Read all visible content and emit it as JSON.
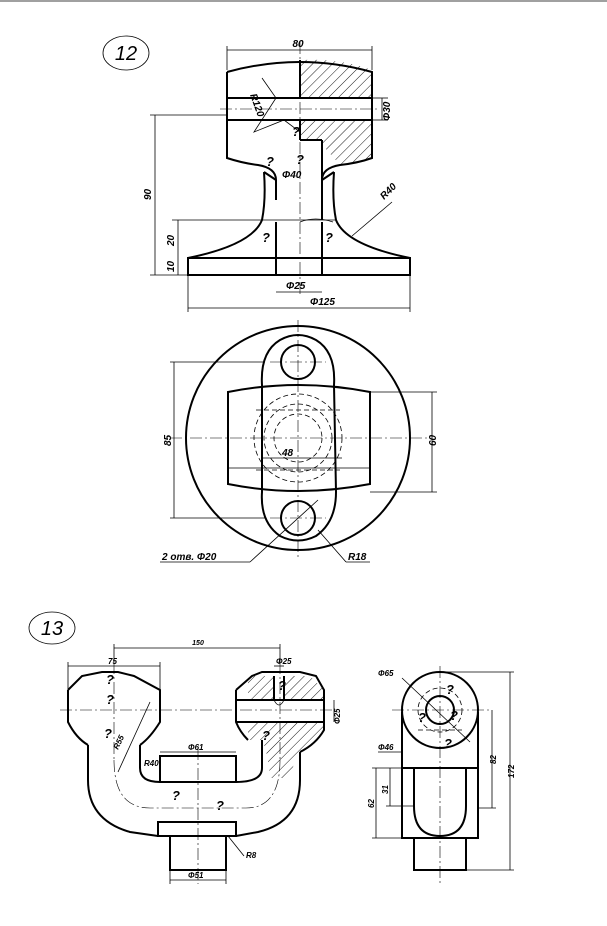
{
  "task12": {
    "number": "12",
    "front_view": {
      "dim_width": "80",
      "dim_radius_top": "R120",
      "dim_bore": "Φ30",
      "dim_height": "90",
      "dim_neck": "Φ40",
      "dim_fillet": "R40",
      "dim_base_step": "20",
      "dim_base_height": "10",
      "dim_hole": "Φ25",
      "dim_base_dia": "Φ125"
    },
    "top_view": {
      "dim_length": "85",
      "dim_width": "60",
      "dim_inner": "48",
      "dim_holes": "2 отв. Φ20",
      "dim_radius": "R18"
    }
  },
  "task13": {
    "number": "13",
    "front_view": {
      "dim_span": "150",
      "dim_left_width": "75",
      "dim_boss_dia": "Φ25",
      "dim_right_bore": "Φ25",
      "dim_radius_big": "R55",
      "dim_radius_small": "R40",
      "dim_center_dia": "Φ61",
      "dim_fillet": "R8",
      "dim_bottom_dia": "Φ51"
    },
    "side_view": {
      "dim_outer_dia": "Φ65",
      "dim_mid_dia": "Φ46",
      "dim_offset": "82",
      "dim_total": "172",
      "dim_depth": "62",
      "dim_step": "31"
    }
  },
  "unknown_mark": "?"
}
